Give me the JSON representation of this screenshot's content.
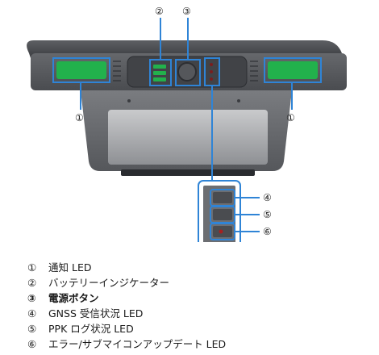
{
  "callouts": {
    "led_left": "①",
    "led_right": "①",
    "battery": "②",
    "power": "③",
    "gnss": "④",
    "ppk": "⑤",
    "error": "⑥"
  },
  "legend": [
    {
      "num": "①",
      "label": "通知 LED",
      "bold": false
    },
    {
      "num": "②",
      "label": "バッテリーインジケーター",
      "bold": false
    },
    {
      "num": "③",
      "label": "電源ボタン",
      "bold": true
    },
    {
      "num": "④",
      "label": "GNSS 受信状況 LED",
      "bold": false
    },
    {
      "num": "⑤",
      "label": "PPK ログ状況 LED",
      "bold": false
    },
    {
      "num": "⑥",
      "label": "エラー/サブマイコンアップデート LED",
      "bold": false
    }
  ],
  "colors": {
    "callout_blue": "#2f84d6",
    "led_green": "#22b14c",
    "device_dark": "#3a3c40",
    "device_mid": "#5a5c60",
    "device_light": "#7d7f83"
  }
}
